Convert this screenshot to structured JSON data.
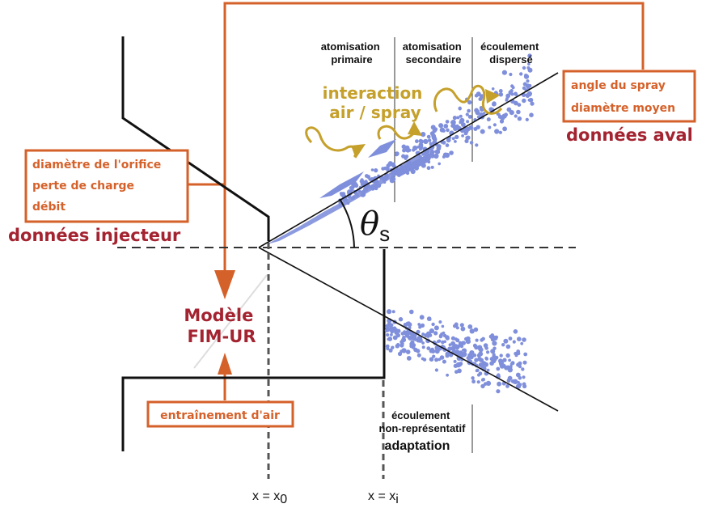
{
  "zones": {
    "primary": [
      "atomisation",
      "primaire"
    ],
    "secondary": [
      "atomisation",
      "secondaire"
    ],
    "dispersed": [
      "écoulement",
      "dispersé"
    ]
  },
  "interaction": [
    "interaction",
    "air / spray"
  ],
  "downstream": {
    "items": [
      "angle du spray",
      "diamètre moyen"
    ],
    "title": "données aval"
  },
  "injector": {
    "items": [
      "diamètre de l'orifice",
      "perte de charge",
      "débit"
    ],
    "title": "données injecteur"
  },
  "model": [
    "Modèle",
    "FIM-UR"
  ],
  "entrainment": "entraînement d'air",
  "non_representative": [
    "écoulement",
    "non-représentatif"
  ],
  "adaptation": "adaptation",
  "angle": {
    "symbol": "θ",
    "subscript": "s"
  },
  "positions": {
    "x0": {
      "base": "x = x",
      "sub": "0"
    },
    "xi": {
      "base": "x = x",
      "sub": "i"
    }
  },
  "colors": {
    "orange": "#d5612a",
    "dark_red": "#a32330",
    "gold": "#c5a02b",
    "spray": "#7f8fdb"
  }
}
